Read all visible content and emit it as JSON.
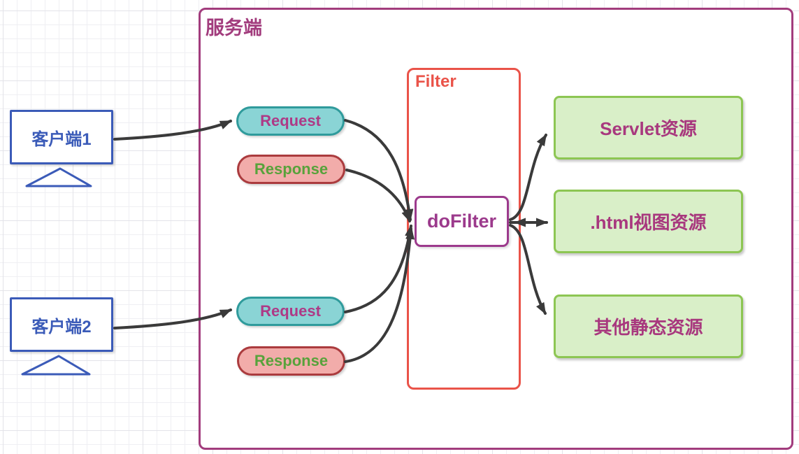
{
  "server": {
    "label": "服务端"
  },
  "clients": [
    {
      "label": "客户端1"
    },
    {
      "label": "客户端2"
    }
  ],
  "pills": {
    "request": "Request",
    "response": "Response"
  },
  "filter": {
    "title": "Filter",
    "method": "doFilter"
  },
  "resources": [
    {
      "label": "Servlet资源"
    },
    {
      "label": ".html视图资源"
    },
    {
      "label": "其他静态资源"
    }
  ],
  "palette": {
    "server_border": "#a23c7d",
    "client_blue": "#3b5bb8",
    "filter_red": "#ea5349",
    "dofilter_purple": "#9c3a8c",
    "request_fill": "#8ad4d5",
    "request_border": "#2f9b9c",
    "response_fill": "#f2acaa",
    "response_border": "#ab3b3e",
    "resource_fill": "#d9efc8",
    "resource_border": "#8dc653",
    "label_magenta": "#ae3a86",
    "label_green": "#58a23b",
    "arrow": "#3a3a3a"
  }
}
